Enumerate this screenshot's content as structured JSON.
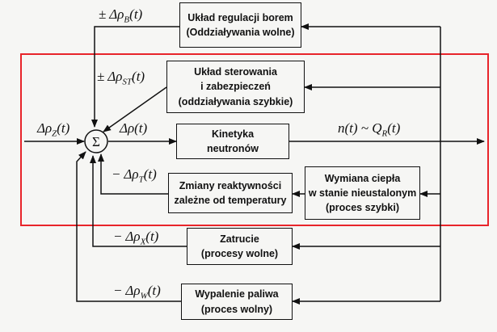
{
  "blocks": {
    "borem": "Układ regulacji borem\n(Oddziaływania wolne)",
    "sterowania": "Układ sterowania\ni zabezpieczeń\n(oddziaływania szybkie)",
    "kinetyka": "Kinetyka\nneutronów",
    "wymiana": "Wymiana ciepła\nw stanie nieustalonym\n(proces szybki)",
    "zmiany": "Zmiany reaktywności\nzależne od temperatury",
    "zatrucie": "Zatrucie\n(procesy wolne)",
    "wypalenie": "Wypalenie paliwa\n(proces wolny)"
  },
  "signals": {
    "rho_b": "± Δρ_B(t)",
    "rho_st": "± Δρ_ST(t)",
    "rho_z": "Δρ_Z(t)",
    "rho": "Δρ(t)",
    "output": "n(t) ~ Q_R(t)",
    "rho_t": "− Δρ_T(t)",
    "rho_x": "− Δρ_X(t)",
    "rho_w": "− Δρ_W(t)"
  },
  "summing_junction": "Σ",
  "colors": {
    "highlight_frame": "#e8242a",
    "lines": "#111111"
  }
}
